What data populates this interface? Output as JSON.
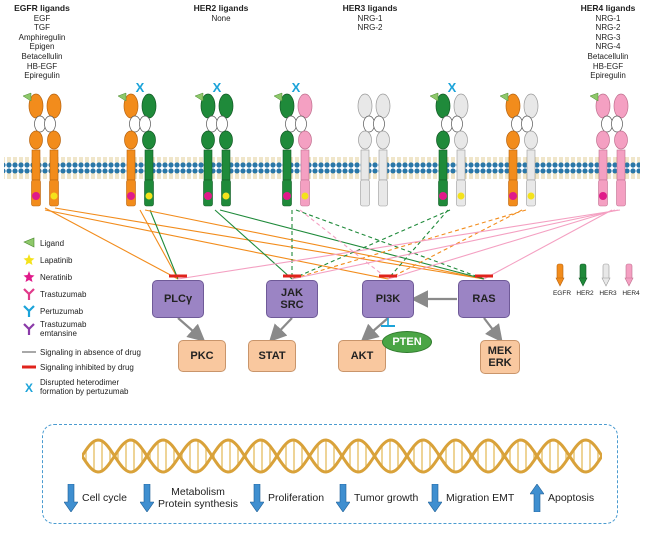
{
  "ligands": {
    "egfr": {
      "title": "EGFR ligands",
      "items": [
        "EGF",
        "TGF",
        "Amphiregulin",
        "Epigen",
        "Betacellulin",
        "HB-EGF",
        "Epiregulin"
      ]
    },
    "her2": {
      "title": "HER2 ligands",
      "items": [
        "None"
      ]
    },
    "her3": {
      "title": "HER3 ligands",
      "items": [
        "NRG-1",
        "NRG-2"
      ]
    },
    "her4": {
      "title": "HER4 ligands",
      "items": [
        "NRG-1",
        "NRG-2",
        "NRG-3",
        "NRG-4",
        "Betacellulin",
        "HB-EGF",
        "Epiregulin"
      ]
    }
  },
  "nodes": {
    "plcy": "PLCγ",
    "jak": "JAK",
    "src": "SRC",
    "pi3k": "PI3K",
    "ras": "RAS",
    "pkc": "PKC",
    "stat": "STAT",
    "akt": "AKT",
    "pten": "PTEN",
    "mek": "MEK",
    "erk": "ERK"
  },
  "legend": [
    {
      "icon": "ligand-icon",
      "label": "Ligand"
    },
    {
      "icon": "lapatinib-icon",
      "label": "Lapatinib"
    },
    {
      "icon": "neratinib-icon",
      "label": "Neratinib"
    },
    {
      "icon": "trastuzumab-icon",
      "label": "Trastuzumab"
    },
    {
      "icon": "pertuzumab-icon",
      "label": "Pertuzumab"
    },
    {
      "icon": "trastuzumab-emtansine-icon",
      "label": "Trastuzumab",
      "label2": "emtansine"
    },
    {
      "icon": "signaling-line-icon",
      "label": "Signaling in absence of drug"
    },
    {
      "icon": "inhibited-line-icon",
      "label": "Signaling inhibited by drug"
    },
    {
      "icon": "disrupted-x-icon",
      "label": "Disrupted heterodimer",
      "label2": "formation by pertuzumab"
    }
  ],
  "receptor_legend": [
    "EGFR",
    "HER2",
    "HER3",
    "HER4"
  ],
  "outcomes": [
    {
      "label": "Cell cycle",
      "direction": "down"
    },
    {
      "label": "Metabolism",
      "label2": "Protein synthesis",
      "direction": "down"
    },
    {
      "label": "Proliferation",
      "direction": "down"
    },
    {
      "label": "Tumor growth",
      "direction": "down"
    },
    {
      "label": "Migration EMT",
      "direction": "down"
    },
    {
      "label": "Apoptosis",
      "direction": "up"
    }
  ],
  "colors": {
    "egfr": "#f28c1c",
    "her2": "#1f8a3a",
    "her3": "#e8e8e8",
    "her4": "#f4a0c2",
    "kinase": "#9b84c4",
    "effector": "#f9c89f",
    "pertuzumab_x": "#1ba3d9",
    "inhibited": "#e0231c",
    "dna": "#d9a23a",
    "arrow_blue": "#3f8fd0"
  }
}
